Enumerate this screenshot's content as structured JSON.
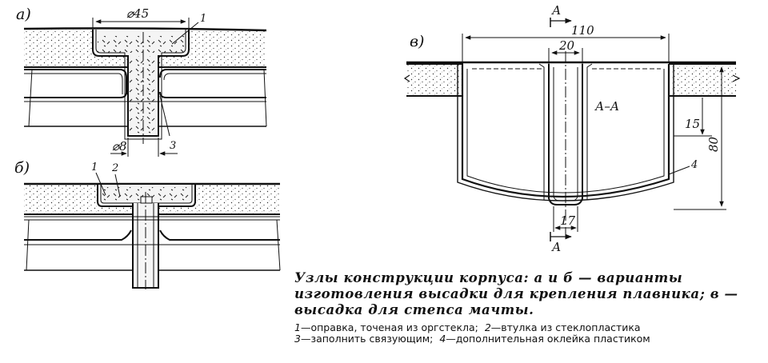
{
  "views": {
    "a": {
      "label": "а)",
      "diameter_top": "⌀45",
      "diameter_bottom": "⌀8",
      "callout_1": "1",
      "callout_3": "3"
    },
    "b": {
      "label": "б)",
      "callout_1": "1",
      "callout_2": "2"
    },
    "v": {
      "label": "в)",
      "section_mark_top": "А",
      "section_mark_bottom": "А",
      "section_label": "А–А",
      "dim_110": "110",
      "dim_20": "20",
      "dim_15": "15",
      "dim_80": "80",
      "dim_17": "17",
      "callout_4": "4"
    }
  },
  "caption": {
    "main": "Узлы конструкции корпуса: а и б — варианты изготовления высадки для крепления плавника; в — высадка для степса мачты.",
    "notes": [
      {
        "num": "1",
        "text": "—оправка, точеная из оргстекла;"
      },
      {
        "num": "2",
        "text": "—втулка из стеклопластика"
      },
      {
        "num": "3",
        "text": "—заполнить связующим;"
      },
      {
        "num": "4",
        "text": "—дополнительная оклейка пластиком"
      }
    ]
  }
}
